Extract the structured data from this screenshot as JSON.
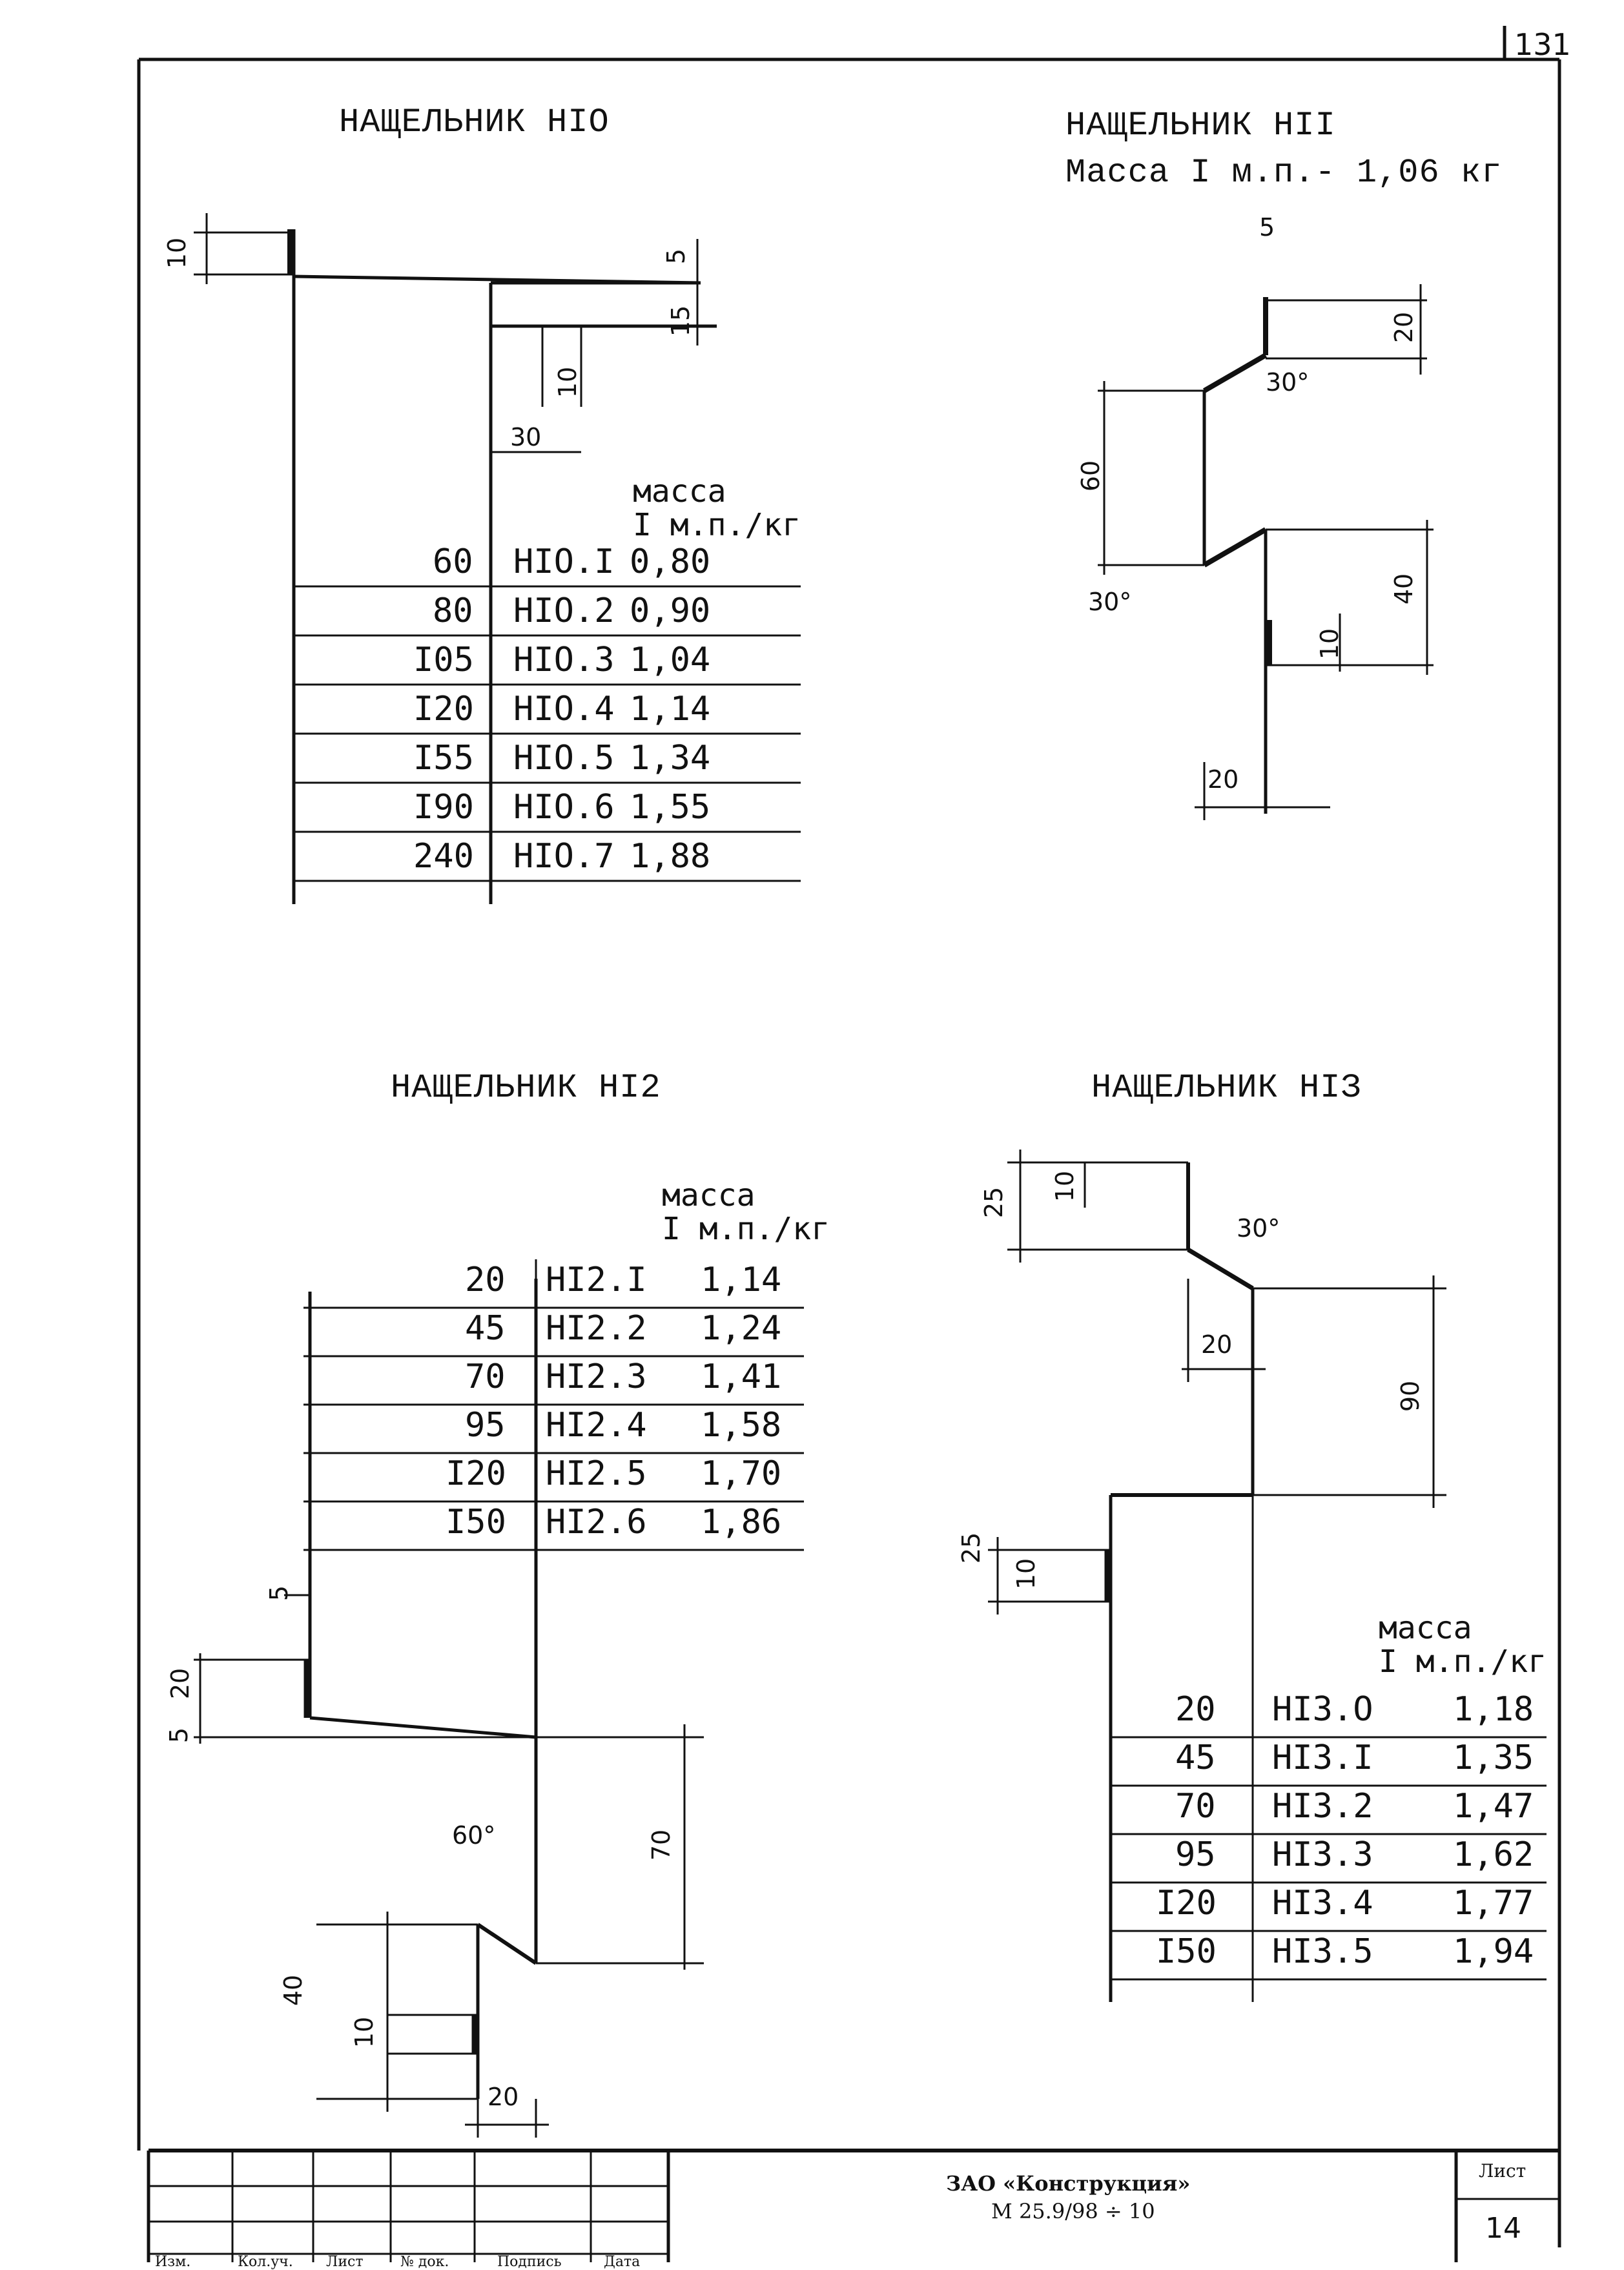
{
  "page_number": "131",
  "sections": {
    "h10": {
      "title": "НАЩЕЛЬНИК НІО",
      "mass_header": [
        "масса",
        "I м.п./кг"
      ],
      "dims": {
        "a": "10",
        "b": "5",
        "c": "15",
        "d": "10",
        "e": "30"
      },
      "rows": [
        {
          "len": "60",
          "code": "НІО.І",
          "mass": "0,80"
        },
        {
          "len": "80",
          "code": "НІО.2",
          "mass": "0,90"
        },
        {
          "len": "I05",
          "code": "НІО.3",
          "mass": "1,04"
        },
        {
          "len": "I20",
          "code": "НІО.4",
          "mass": "1,14"
        },
        {
          "len": "I55",
          "code": "НІО.5",
          "mass": "1,34"
        },
        {
          "len": "I90",
          "code": "НІО.6",
          "mass": "1,55"
        },
        {
          "len": "240",
          "code": "НІО.7",
          "mass": "1,88"
        }
      ]
    },
    "h11": {
      "title": "НАЩЕЛЬНИК НІІ",
      "subtitle": "Масса I м.п.- 1,06 кг",
      "dims": {
        "a": "5",
        "b": "20",
        "c": "30°",
        "d": "60",
        "e": "30°",
        "f": "40",
        "g": "10",
        "h": "20"
      }
    },
    "h12": {
      "title": "НАЩЕЛЬНИК НІ2",
      "mass_header": [
        "масса",
        "I м.п./кг"
      ],
      "dims": {
        "a": "5",
        "b": "20",
        "c": "5",
        "d": "70",
        "e": "60°",
        "f": "40",
        "g": "10",
        "h": "20"
      },
      "rows": [
        {
          "len": "20",
          "code": "НІ2.І",
          "mass": "1,14"
        },
        {
          "len": "45",
          "code": "НІ2.2",
          "mass": "1,24"
        },
        {
          "len": "70",
          "code": "НІ2.3",
          "mass": "1,41"
        },
        {
          "len": "95",
          "code": "НІ2.4",
          "mass": "1,58"
        },
        {
          "len": "I20",
          "code": "НІ2.5",
          "mass": "1,70"
        },
        {
          "len": "I50",
          "code": "НІ2.6",
          "mass": "1,86"
        }
      ]
    },
    "h13": {
      "title": "НАЩЕЛЬНИК НІЗ",
      "mass_header": [
        "масса",
        "I м.п./кг"
      ],
      "dims": {
        "a": "25",
        "b": "10",
        "c": "30°",
        "d": "20",
        "e": "90",
        "f": "25",
        "g": "10"
      },
      "rows": [
        {
          "len": "20",
          "code": "НІЗ.О",
          "mass": "1,18"
        },
        {
          "len": "45",
          "code": "НІЗ.І",
          "mass": "1,35"
        },
        {
          "len": "70",
          "code": "НІЗ.2",
          "mass": "1,47"
        },
        {
          "len": "95",
          "code": "НІЗ.3",
          "mass": "1,62"
        },
        {
          "len": "I20",
          "code": "НІЗ.4",
          "mass": "1,77"
        },
        {
          "len": "I50",
          "code": "НІЗ.5",
          "mass": "1,94"
        }
      ]
    }
  },
  "title_block": {
    "columns": [
      "Изм.",
      "Кол.уч.",
      "Лист",
      "№ док.",
      "Подпись",
      "Дата"
    ],
    "company": "ЗАО «Конструкция»",
    "code": "М 25.9/98 ÷ 10",
    "sheet_label": "Лист",
    "sheet_number": "14"
  }
}
